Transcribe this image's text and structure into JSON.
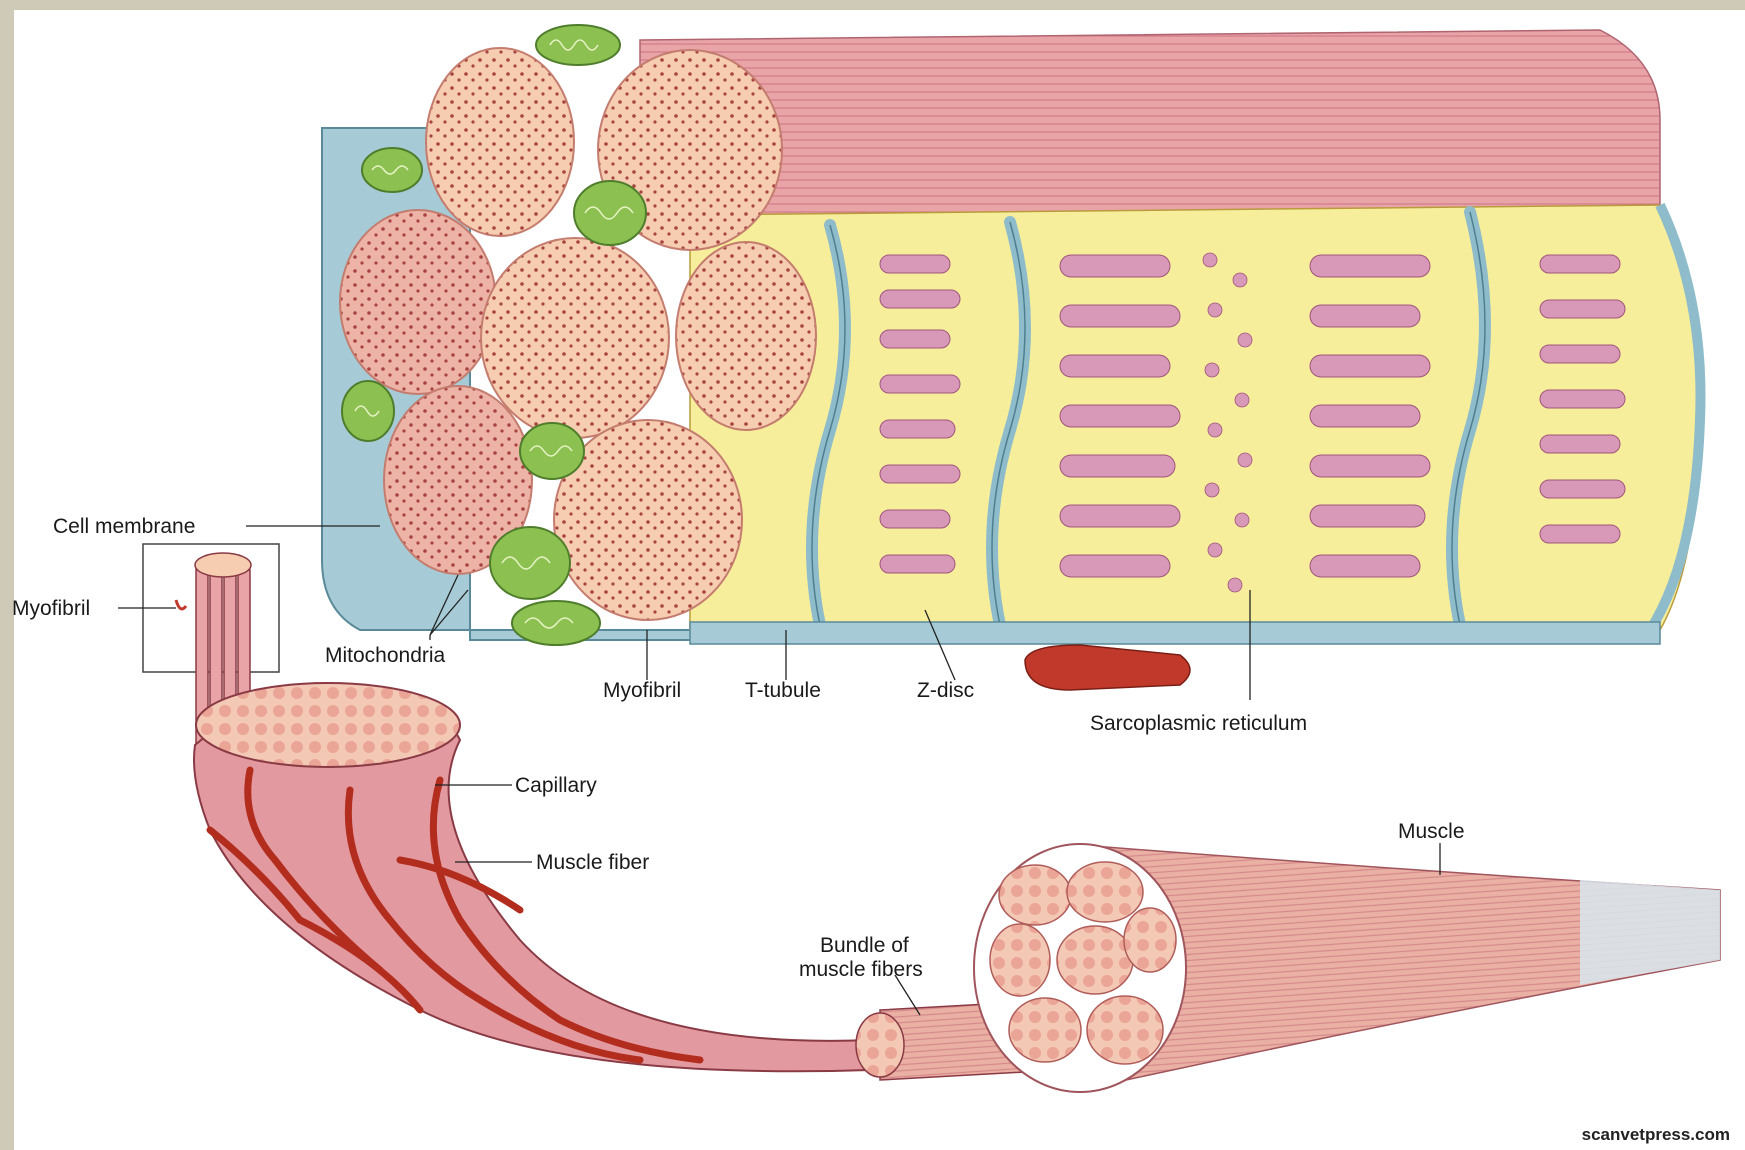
{
  "labels": {
    "cell_membrane": "Cell membrane",
    "myofibril_left": "Myofibril",
    "mitochondria": "Mitochondria",
    "myofibril_bottom": "Myofibril",
    "t_tubule": "T-tubule",
    "z_disc": "Z-disc",
    "sarcoplasmic_reticulum": "Sarcoplasmic reticulum",
    "capillary": "Capillary",
    "muscle_fiber": "Muscle fiber",
    "muscle": "Muscle",
    "bundle_line1": "Bundle of",
    "bundle_line2": "muscle fibers"
  },
  "watermark": "scanvetpress.com",
  "colors": {
    "frame": "#cfcab8",
    "myofibril_pink": "#e9a4a8",
    "myofibril_face": "#f6cdb0",
    "sarcoplasmic_yellow": "#f7ee9c",
    "t_tubule_blue": "#a7cbd6",
    "mitochondria_green": "#7fb54c",
    "capillary_red": "#b8301f",
    "muscle_pink": "#e8a7a3"
  }
}
